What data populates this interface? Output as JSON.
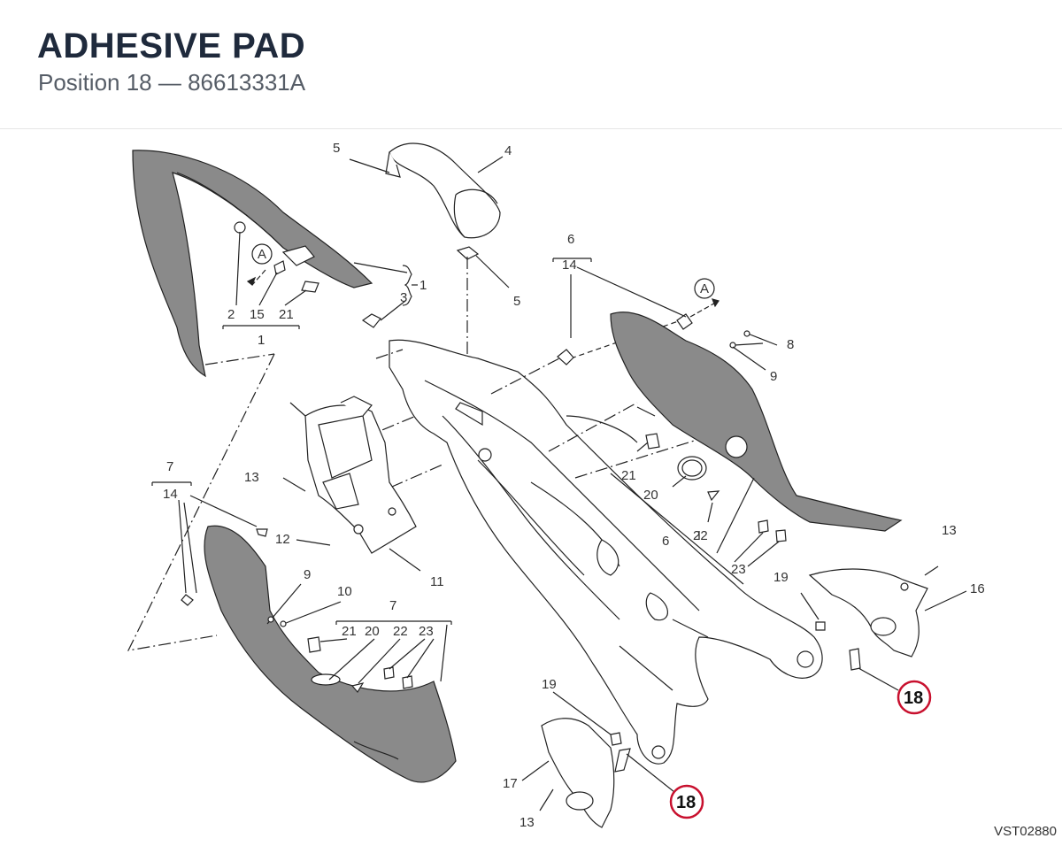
{
  "header": {
    "title": "ADHESIVE PAD",
    "subtitle": "Position 18 — 86613331A"
  },
  "diagram": {
    "labels": {
      "l1a": "1",
      "l1b": "1",
      "l2": "2",
      "l3": "3",
      "l4": "4",
      "l5a": "5",
      "l5b": "5",
      "l6a": "6",
      "l6b": "6",
      "l7a": "7",
      "l7b": "7",
      "l8": "8",
      "l9a": "9",
      "l9b": "9",
      "l10": "10",
      "l11": "11",
      "l12": "12",
      "l13a": "13",
      "l13b": "13",
      "l13c": "13",
      "l14a": "14",
      "l14b": "14",
      "l15": "15",
      "l16": "16",
      "l17": "17",
      "l19a": "19",
      "l19b": "19",
      "l20a": "20",
      "l20b": "20",
      "l21a": "21",
      "l21b": "21",
      "l21c": "21",
      "l22a": "22",
      "l22b": "22",
      "l23a": "23",
      "l23b": "23",
      "refA1": "A",
      "refA2": "A"
    },
    "callouts": [
      "18",
      "18"
    ],
    "callout_color": "#c8102e",
    "part_fill": "#8a8a8a",
    "doc_ref": "VST02880"
  }
}
